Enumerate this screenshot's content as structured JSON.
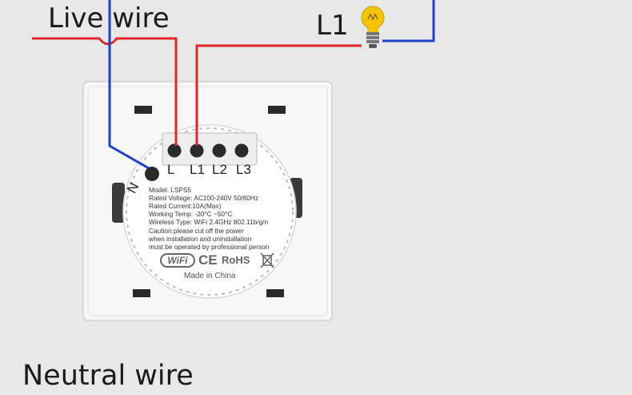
{
  "labels": {
    "live_wire": "Live wire",
    "l1": "L1",
    "neutral_wire": "Neutral wire"
  },
  "terminals": {
    "l": "L",
    "l1": "L1",
    "l2": "L2",
    "l3": "L3",
    "n": "N"
  },
  "spec_label": {
    "model": "Model: LSPS5",
    "voltage": "Rated Voltage: AC100-240V 50/60Hz",
    "current": "Rated Current:10A(Max)",
    "temp": "Working Temp: -20°C ~50°C",
    "wireless": "Wireless Type: WiFi 2.4GHz 802.11b/g/n",
    "caution_1": "Caution:please cut off the power",
    "caution_2": "when installation and uninstallation",
    "caution_3": "must be operated by professional person",
    "made_in": "Made in China"
  },
  "logos": {
    "wifi": "WiFi",
    "ce": "CE",
    "rohs": "RoHS"
  },
  "colors": {
    "live_wire": "#e0262b",
    "neutral_wire": "#1f3fcf",
    "background": "#e8e8e8",
    "switch_panel": "#f7f7f7",
    "bulb": "#f5c400"
  }
}
